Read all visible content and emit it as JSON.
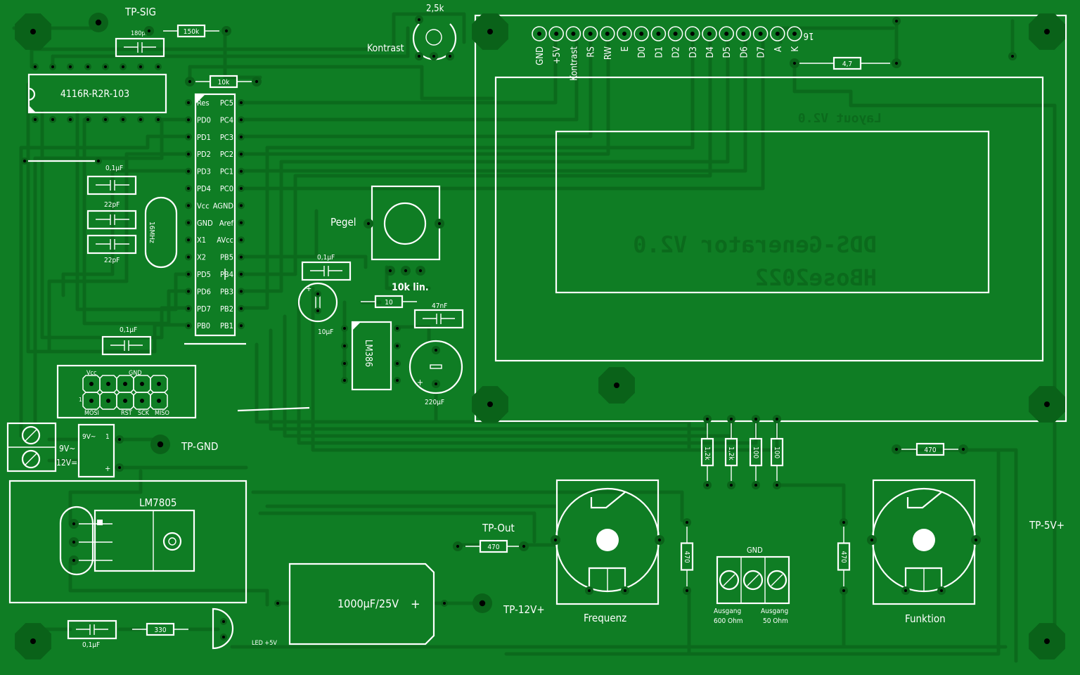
{
  "board": {
    "background": "#0f7d24",
    "track_color": "#0b6a1c",
    "silk_color": "#ffffff",
    "pad_color": "#0a6219"
  },
  "labels": {
    "tp_sig": "TP-SIG",
    "cap_180pf": "180pF",
    "res_150k": "150k",
    "res_10k": "10k",
    "poti_2k5": "2,5k",
    "kontrast": "Kontrast",
    "r2r": "4116R-R2R-103",
    "cap_01uf_a": "0,1µF",
    "cap_22pf_a": "22pF",
    "cap_22pf_b": "22pF",
    "crystal": "16MHz",
    "pegel": "Pegel",
    "cap_01uf_b": "0,1µF",
    "poti_10k": "10k lin.",
    "cap_10uf": "10µF",
    "res_10": "10",
    "cap_47nf": "47nF",
    "lm386": "LM386",
    "cap_220uf": "220µF",
    "cap_01uf_c": "0,1µF",
    "isp_vcc": "Vcc",
    "isp_gnd": "GND",
    "isp_1": "1",
    "isp_mosi": "MOSI",
    "isp_rst": "RST",
    "isp_sck": "SCK",
    "isp_miso": "MISO",
    "tp_gnd": "TP-GND",
    "power_in_ac": "9V~",
    "power_in_dc": "12V=",
    "lm7805": "LM7805",
    "tp_out": "TP-Out",
    "res_470_out": "470",
    "cap_1000uf": "1000µF/25V",
    "tp_12v": "TP-12V+",
    "cap_01uf_d": "0,1µF",
    "res_330": "330",
    "led": "LED +5V",
    "res_4_7": "4,7",
    "res_470_top": "470",
    "res_1_2k_a": "1,2k",
    "res_1_2k_b": "1,2k",
    "res_100_a": "100",
    "res_100_b": "100",
    "res_470_left": "470",
    "res_470_right": "470",
    "frequenz": "Frequenz",
    "gnd": "GND",
    "ausgang_600": "Ausgang\n600 Ohm",
    "ausgang_50": "Ausgang\n50 Ohm",
    "funktion": "Funktion",
    "tp_5v": "TP-5V+",
    "lcd_pin16": "16",
    "mirror_layout": "Layout V2.0",
    "mirror_title": "DDS-Generator V2.0",
    "mirror_author": "HBose2022",
    "plus": "+",
    "minus_one": "1"
  },
  "mcu": {
    "left_pins": [
      "Res",
      "PD0",
      "PD1",
      "PD2",
      "PD3",
      "PD4",
      "Vcc",
      "GND",
      "X1",
      "X2",
      "PD5",
      "PD6",
      "PD7",
      "PB0"
    ],
    "right_pins": [
      "PC5",
      "PC4",
      "PC3",
      "PC2",
      "PC1",
      "PC0",
      "AGND",
      "Aref",
      "AVcc",
      "PB5",
      "PB4",
      "PB3",
      "PB2",
      "PB1"
    ]
  },
  "lcd_pins": [
    "GND",
    "+5V",
    "Kontrast",
    "RS",
    "RW",
    "E",
    "D0",
    "D1",
    "D2",
    "D3",
    "D4",
    "D5",
    "D6",
    "D7",
    "A",
    "K"
  ],
  "icons": {
    "mounting_hole": "mounting-hole-icon",
    "screw_terminal": "screw-terminal-icon",
    "bnc": "bnc-socket-icon"
  }
}
